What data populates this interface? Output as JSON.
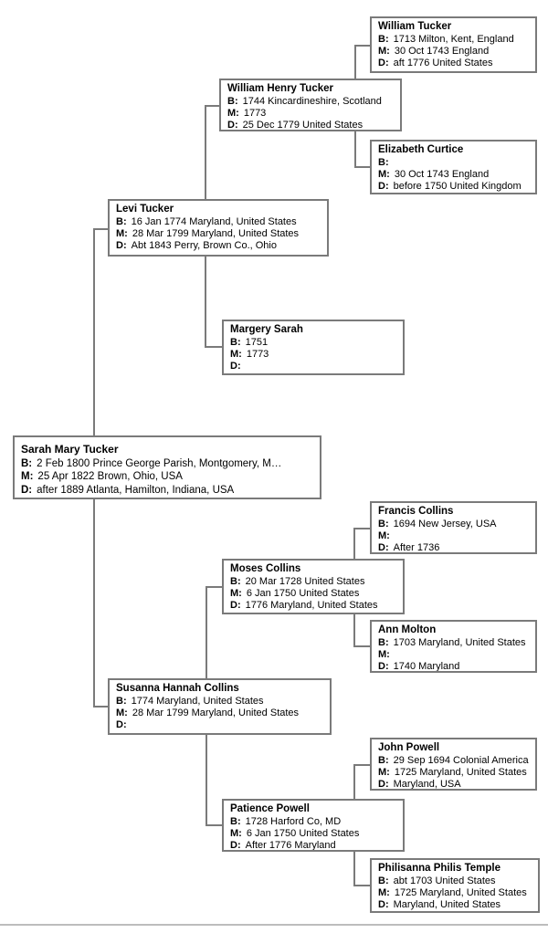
{
  "labels": {
    "birth": "B:",
    "marriage": "M:",
    "death": "D:"
  },
  "colors": {
    "box_border": "#7a7a7a",
    "connector_line": "#7a7a7a",
    "text": "#000000",
    "bottom_rule": "#bdbdbd",
    "background": "#ffffff"
  },
  "persons": [
    {
      "id": "william-tucker",
      "name": "William Tucker",
      "birth": "1713 Milton, Kent, England",
      "marriage": "30 Oct 1743 England",
      "death": "aft 1776 United States"
    },
    {
      "id": "william-henry-tucker",
      "name": "William Henry Tucker",
      "birth": "1744 Kincardineshire, Scotland",
      "marriage": "1773",
      "death": "25 Dec 1779 United States"
    },
    {
      "id": "elizabeth-curtice",
      "name": "Elizabeth Curtice",
      "birth": "",
      "marriage": "30 Oct 1743 England",
      "death": "before 1750 United Kingdom"
    },
    {
      "id": "levi-tucker",
      "name": "Levi Tucker",
      "birth": "16 Jan 1774 Maryland, United States",
      "marriage": "28 Mar 1799 Maryland, United States",
      "death": "Abt 1843 Perry, Brown Co., Ohio"
    },
    {
      "id": "margery-sarah",
      "name": "Margery Sarah",
      "birth": "1751",
      "marriage": "1773",
      "death": ""
    },
    {
      "id": "sarah-mary-tucker",
      "name": "Sarah Mary Tucker",
      "birth": "2 Feb 1800 Prince George Parish, Montgomery, M…",
      "marriage": "25 Apr 1822 Brown, Ohio, USA",
      "death": "after 1889 Atlanta, Hamilton, Indiana, USA"
    },
    {
      "id": "francis-collins",
      "name": "Francis Collins",
      "birth": "1694 New Jersey, USA",
      "marriage": "",
      "death": "After 1736"
    },
    {
      "id": "moses-collins",
      "name": "Moses Collins",
      "birth": "20 Mar 1728 United States",
      "marriage": "6 Jan 1750 United States",
      "death": "1776 Maryland, United States"
    },
    {
      "id": "ann-molton",
      "name": "Ann Molton",
      "birth": "1703 Maryland, United States",
      "marriage": "",
      "death": "1740 Maryland"
    },
    {
      "id": "susanna-hannah-collins",
      "name": "Susanna Hannah Collins",
      "birth": "1774 Maryland, United States",
      "marriage": "28 Mar 1799 Maryland, United States",
      "death": ""
    },
    {
      "id": "john-powell",
      "name": "John Powell",
      "birth": "29 Sep 1694 Colonial America",
      "marriage": "1725 Maryland, United States",
      "death": "Maryland, USA"
    },
    {
      "id": "patience-powell",
      "name": "Patience Powell",
      "birth": "1728 Harford Co, MD",
      "marriage": "6 Jan 1750 United States",
      "death": "After 1776 Maryland"
    },
    {
      "id": "philisanna-philis-temple",
      "name": "Philisanna Philis Temple",
      "birth": "abt 1703 United States",
      "marriage": "1725 Maryland, United States",
      "death": "Maryland, United States"
    }
  ]
}
